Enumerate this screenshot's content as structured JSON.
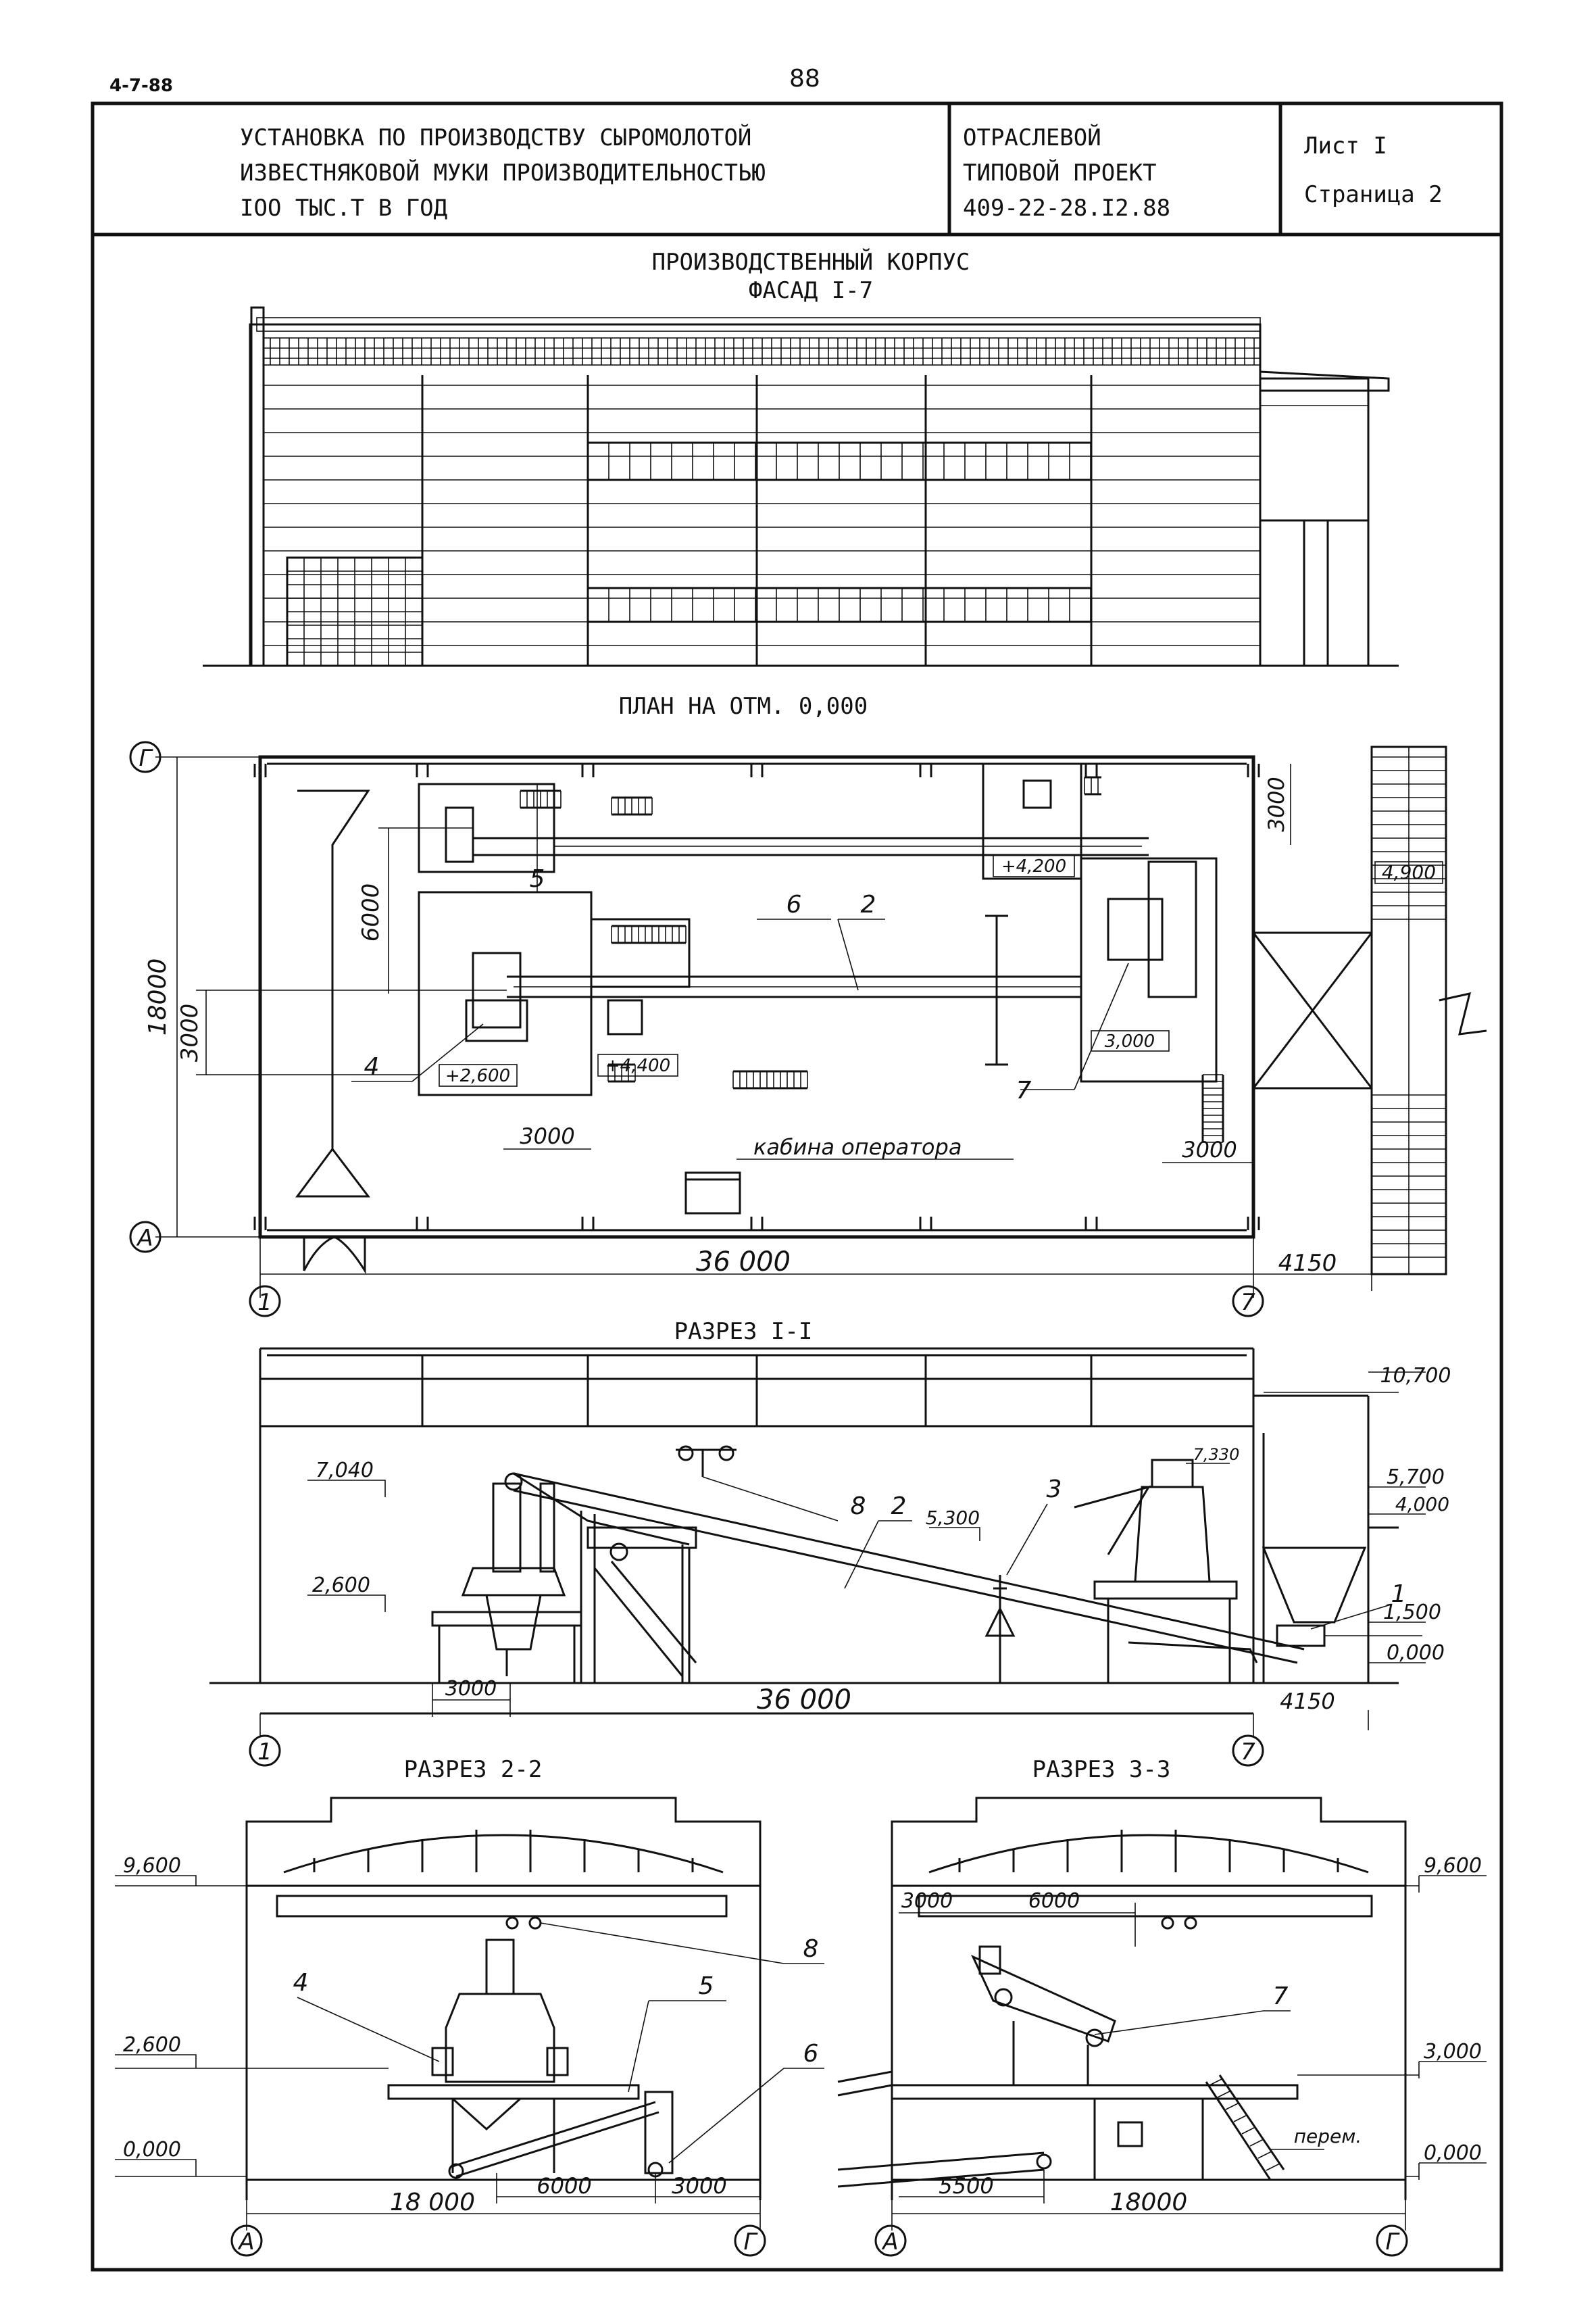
{
  "page": {
    "code": "4-7-88",
    "number": "88"
  },
  "header": {
    "title_lines": [
      "УСТАНОВКА ПО ПРОИЗВОДСТВУ СЫРОМОЛОТОЙ",
      "ИЗВЕСТНЯКОВОЙ МУКИ ПРОИЗВОДИТЕЛЬНОСТЬЮ",
      "IOO ТЫС.Т В ГОД"
    ],
    "project_lines": [
      "ОТРАСЛЕВОЙ",
      "ТИПОВОЙ ПРОЕКТ",
      "409-22-28.I2.88"
    ],
    "sheet": "Лист I",
    "page_label": "Страница 2"
  },
  "facade": {
    "title_line1": "ПРОИЗВОДСТВЕННЫЙ КОРПУС",
    "title_line2": "ФАСАД I-7"
  },
  "plan": {
    "title": "ПЛАН НА ОТМ. 0,000",
    "axis_g": "Г",
    "axis_a": "А",
    "axis_1": "1",
    "axis_7": "7",
    "dim_total_length": "36 000",
    "dim_annex": "4150",
    "dim_width": "18000",
    "dim_6000": "6000",
    "dim_3000_left": "3000",
    "dim_3000_top_right": "3000",
    "dim_3000_bottom": "3000",
    "dim_3000_bottom_right": "3000",
    "level_4200": "+4,200",
    "level_4400": "+4,400",
    "level_2600": "+2,600",
    "level_3000": "3,000",
    "level_4900": "4,900",
    "label_5": "5",
    "label_6": "6",
    "label_2": "2",
    "label_4": "4",
    "label_7": "7",
    "operator_cabin": "кабина оператора"
  },
  "section1": {
    "title": "РАЗРЕЗ I-I",
    "lvl_10700": "10,700",
    "lvl_7040": "7,040",
    "lvl_7330": "7,330",
    "lvl_5700": "5,700",
    "lvl_5300": "5,300",
    "lvl_4000": "4,000",
    "lvl_2600": "2,600",
    "lvl_1500": "1,500",
    "lvl_0000": "0,000",
    "label_8": "8",
    "label_2": "2",
    "label_3": "3",
    "label_1": "1",
    "dim_3000": "3000",
    "dim_36000": "36 000",
    "dim_4150": "4150",
    "axis_1": "1",
    "axis_7": "7"
  },
  "section2": {
    "title": "РАЗРЕЗ 2-2",
    "lvl_9600": "9,600",
    "lvl_2600": "2,600",
    "lvl_0000": "0,000",
    "label_8": "8",
    "label_4": "4",
    "label_5": "5",
    "label_6": "6",
    "dim_6000": "6000",
    "dim_3000": "3000",
    "dim_18000": "18 000",
    "axis_a": "А",
    "axis_g": "Г"
  },
  "section3": {
    "title": "РАЗРЕЗ 3-3",
    "lvl_9600": "9,600",
    "lvl_3000": "3,000",
    "lvl_0000": "0,000",
    "label_7": "7",
    "label_perem": "перем.",
    "dim_3000": "3000",
    "dim_6000": "6000",
    "dim_5500": "5500",
    "dim_18000": "18000",
    "axis_a": "А",
    "axis_g": "Г"
  }
}
